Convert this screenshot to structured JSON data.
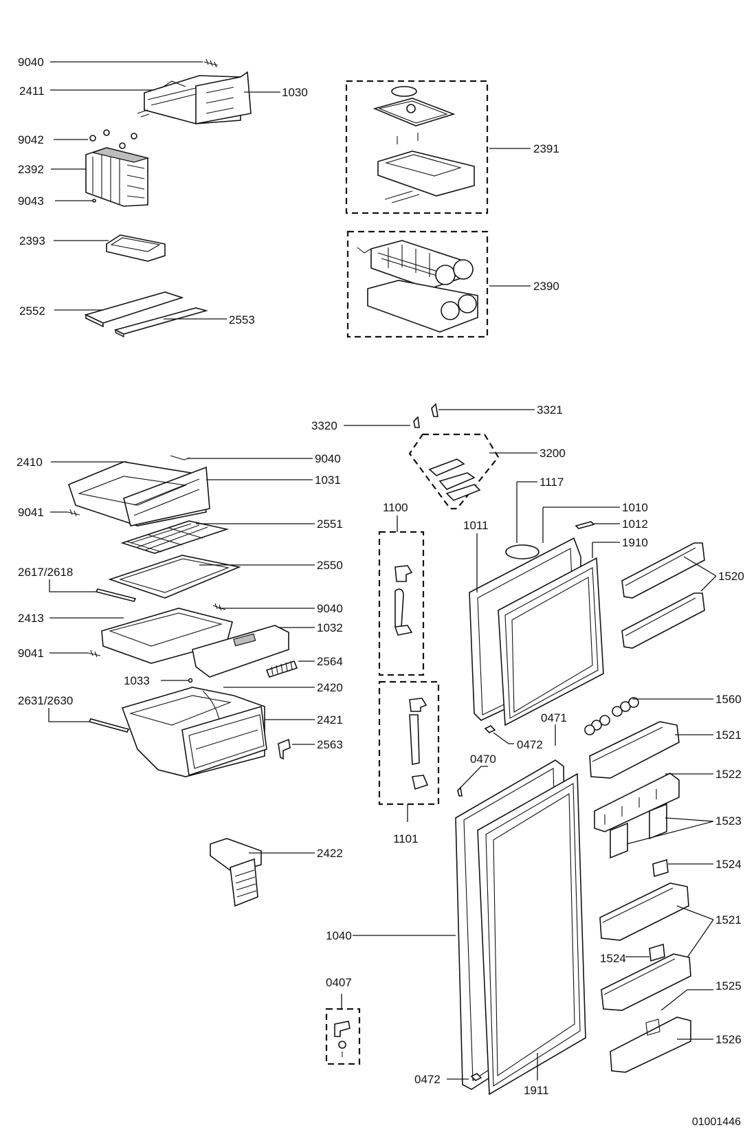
{
  "diagram": {
    "labels": {
      "l9040_a": "9040",
      "l2411": "2411",
      "l1030": "1030",
      "l9042": "9042",
      "l2392": "2392",
      "l9043": "9043",
      "l2393": "2393",
      "l2552": "2552",
      "l2553": "2553",
      "l2391": "2391",
      "l2390": "2390",
      "l3321": "3321",
      "l3320": "3320",
      "l3200": "3200",
      "l2410": "2410",
      "l9040_b": "9040",
      "l1031": "1031",
      "l9041_a": "9041",
      "l2551": "2551",
      "l2550": "2550",
      "l2617": "2617/2618",
      "l9040_c": "9040",
      "l2413": "2413",
      "l1032": "1032",
      "l9041_b": "9041",
      "l2564": "2564",
      "l1033": "1033",
      "l2631": "2631/2630",
      "l2420": "2420",
      "l2421": "2421",
      "l2563": "2563",
      "l2422": "2422",
      "l1100": "1100",
      "l1101": "1101",
      "l1117": "1117",
      "l1010": "1010",
      "l1011": "1011",
      "l1012": "1012",
      "l1910": "1910",
      "l1520": "1520",
      "l1560": "1560",
      "l0471": "0471",
      "l0472_a": "0472",
      "l1521_a": "1521",
      "l0470": "0470",
      "l1522": "1522",
      "l1523": "1523",
      "l1524_a": "1524",
      "l1040": "1040",
      "l1521_b": "1521",
      "l1524_b": "1524",
      "l0407": "0407",
      "l1525": "1525",
      "l1526": "1526",
      "l0472_b": "0472",
      "l1911": "1911"
    },
    "drawing_code": "01001446"
  }
}
